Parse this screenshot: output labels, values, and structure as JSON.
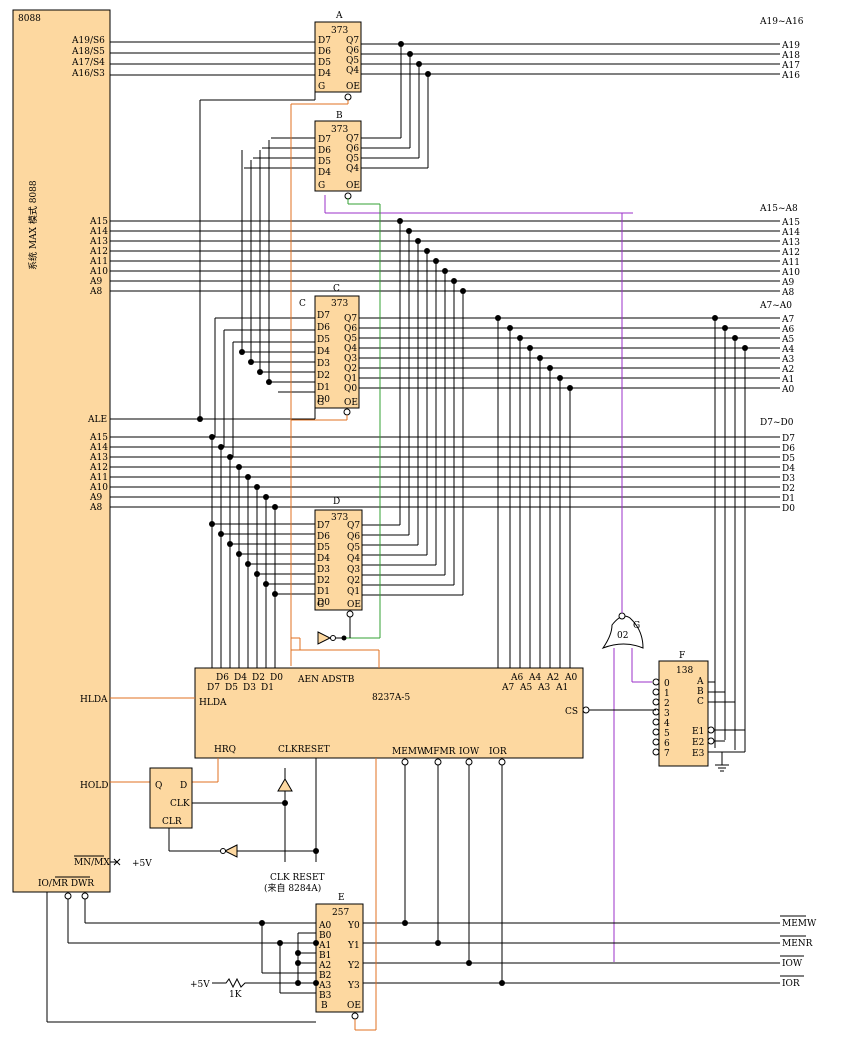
{
  "cpu": {
    "name": "8088",
    "mode": "系统 MAX 模式 8088",
    "high_addr": [
      "A19/S6",
      "A18/S5",
      "A17/S4",
      "A16/S3"
    ],
    "mid_addr": [
      "A15",
      "A14",
      "A13",
      "A12",
      "A11",
      "A10",
      "A9",
      "A8"
    ],
    "ale": "ALE",
    "low_addr": [
      "A15",
      "A14",
      "A13",
      "A12",
      "A11",
      "A10",
      "A9",
      "A8"
    ],
    "hlda": "HLDA",
    "hold": "HOLD",
    "mnmx": "MN/MX",
    "mnmx_value": "+5V",
    "iomr": "IO/MR DWR"
  },
  "latches": {
    "A": {
      "label": "A",
      "chip": "373",
      "inputs": [
        "D7",
        "D6",
        "D5",
        "D4"
      ],
      "outputs": [
        "Q7",
        "Q6",
        "Q5",
        "Q4"
      ],
      "g": "G",
      "oe": "OE"
    },
    "B": {
      "label": "B",
      "chip": "373",
      "inputs": [
        "D7",
        "D6",
        "D5",
        "D4"
      ],
      "outputs": [
        "Q7",
        "Q6",
        "Q5",
        "Q4"
      ],
      "g": "G",
      "oe": "OE"
    },
    "C": {
      "label": "C",
      "chip": "373",
      "inputs": [
        "D7",
        "D6",
        "D5",
        "D4",
        "D3",
        "D2",
        "D1",
        "D0"
      ],
      "outputs": [
        "Q7",
        "Q6",
        "Q5",
        "Q4",
        "Q3",
        "Q2",
        "Q1",
        "Q0"
      ],
      "g": "G",
      "oe": "OE"
    },
    "D": {
      "label": "D",
      "chip": "373",
      "inputs": [
        "D7",
        "D6",
        "D5",
        "D4",
        "D3",
        "D2",
        "D1",
        "D0"
      ],
      "outputs": [
        "Q7",
        "Q6",
        "Q5",
        "Q4",
        "Q3",
        "Q2",
        "Q1",
        "Q0"
      ],
      "g": "G",
      "oe": "OE"
    }
  },
  "buses": {
    "a19_16": {
      "title": "A19~A16",
      "lines": [
        "A19",
        "A18",
        "A17",
        "A16"
      ]
    },
    "a15_8": {
      "title": "A15~A8",
      "lines": [
        "A15",
        "A14",
        "A13",
        "A12",
        "A11",
        "A10",
        "A9",
        "A8"
      ]
    },
    "a7_0": {
      "title": "A7~A0",
      "lines": [
        "A7",
        "A6",
        "A5",
        "A4",
        "A3",
        "A2",
        "A1",
        "A0"
      ]
    },
    "d7_0": {
      "title": "D7~D0",
      "lines": [
        "D7",
        "D6",
        "D5",
        "D4",
        "D3",
        "D2",
        "D1",
        "D0"
      ]
    }
  },
  "dma": {
    "name": "8237A-5",
    "top_d_row1": [
      "D6",
      "D4",
      "D2",
      "D0"
    ],
    "top_d_row2": [
      "D7",
      "D5",
      "D3",
      "D1"
    ],
    "aen_adstb": "AEN ADSTB",
    "top_a_row1": [
      "A6",
      "A4",
      "A2",
      "A0"
    ],
    "top_a_row2": [
      "A7",
      "A5",
      "A3",
      "A1"
    ],
    "hlda": "HLDA",
    "cs": "CS",
    "hrq": "HRQ",
    "clkreset": "CLKRESET",
    "memw": "MEMW",
    "mfmr": "MFMR",
    "iow": "IOW",
    "ior": "IOR"
  },
  "ff": {
    "q": "Q",
    "d": "D",
    "clk": "CLK",
    "clr": "CLR"
  },
  "clk_note": {
    "line1": "CLK RESET",
    "line2": "(来自 8284A)"
  },
  "decoder": {
    "label": "F",
    "chip": "138",
    "outputs": [
      "0",
      "1",
      "2",
      "3",
      "4",
      "5",
      "6",
      "7"
    ],
    "inputs": [
      "A",
      "B",
      "C"
    ],
    "enables": [
      "E1",
      "E2",
      "E3"
    ]
  },
  "gate": {
    "name": "02",
    "g": "G"
  },
  "mux": {
    "label": "E",
    "chip": "257",
    "inputs": [
      "A0",
      "B0",
      "A1",
      "B1",
      "A2",
      "B2",
      "A3",
      "B3"
    ],
    "sel": "B",
    "outputs": [
      "Y0",
      "Y1",
      "Y2",
      "Y3"
    ],
    "oe": "OE"
  },
  "pullup": {
    "vcc": "+5V",
    "r": "1K"
  },
  "ctrl_out": [
    "MEMW",
    "MENR",
    "IOW",
    "IOR"
  ]
}
